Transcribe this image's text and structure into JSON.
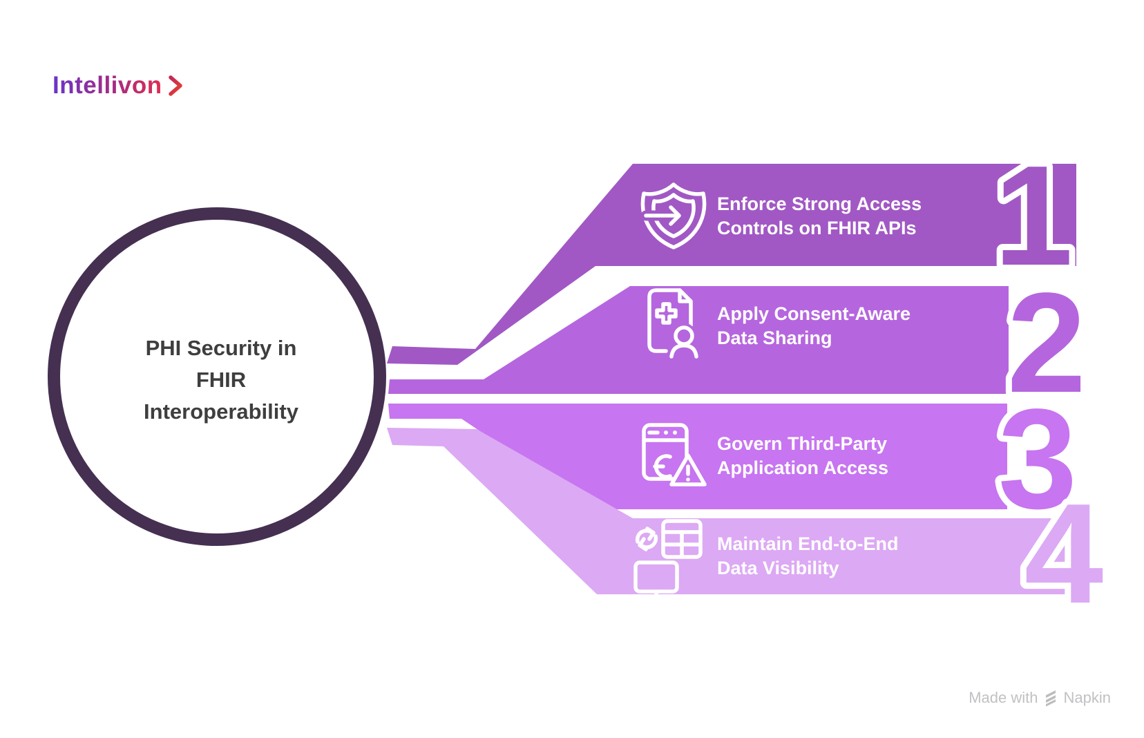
{
  "logo": {
    "brand": "Intellivon"
  },
  "center_circle": {
    "line1": "PHI Security in",
    "line2": "FHIR",
    "line3": "Interoperability",
    "text_color": "#3E3E3E",
    "ring_color": "#453051"
  },
  "steps": [
    {
      "number": "1",
      "line1": "Enforce Strong Access",
      "line2": "Controls on FHIR APIs",
      "icon": "shield-arrow-icon",
      "color": "#A158C4"
    },
    {
      "number": "2",
      "line1": "Apply Consent-Aware",
      "line2": "Data Sharing",
      "icon": "medical-document-user-icon",
      "color": "#B566DE"
    },
    {
      "number": "3",
      "line1": "Govern Third-Party",
      "line2": "Application Access",
      "icon": "app-window-warning-icon",
      "color": "#C775F0"
    },
    {
      "number": "4",
      "line1": "Maintain End-to-End",
      "line2": "Data Visibility",
      "icon": "sync-table-monitor-icon",
      "color": "#DCA9F4"
    }
  ],
  "footer": {
    "made_with": "Made with",
    "brand": "Napkin"
  }
}
